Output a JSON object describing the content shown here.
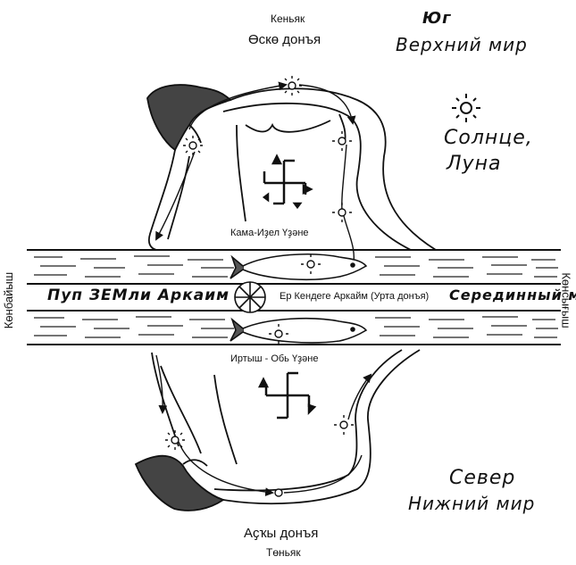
{
  "labels": {
    "top_small": "Кеньяк",
    "top_world": "Өскө донъя",
    "south": "Юг",
    "upper_world": "Верхний мир",
    "sun_moon_line1": "Солнце,",
    "sun_moon_line2": "Луна",
    "river_upper": "Кама-Иҙел Үҙәне",
    "navel": "Пуп ЗЕМли Аркаим",
    "middle_bash": "Ер Кендеге Аркайм (Урта донъя)",
    "middle_world": "Серединный мир",
    "river_lower": "Иртыш - Обь Үҙәне",
    "west_side": "Көнбайыш",
    "east_side": "Көнсығыш",
    "north": "Север",
    "lower_world": "Нижний мир",
    "bottom_world": "Аҫҡы донъя",
    "bottom_small": "Төньяк"
  },
  "colors": {
    "ink": "#111111",
    "paper": "#ffffff"
  }
}
